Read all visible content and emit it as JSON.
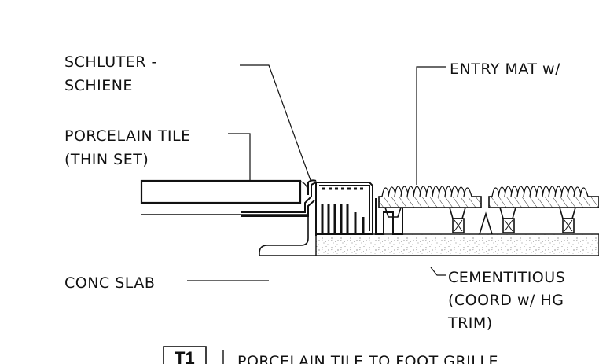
{
  "labels": {
    "schluter_line1": "SCHLUTER -",
    "schluter_line2": "SCHIENE",
    "entry_mat": "ENTRY MAT w/",
    "porcelain_line1": "PORCELAIN TILE",
    "porcelain_line2": "(THIN SET)",
    "conc_slab": "CONC SLAB",
    "cementitious_line1": "CEMENTITIOUS",
    "cementitious_line2": "(COORD w/ HG",
    "cementitious_line3": "TRIM)"
  },
  "detail_tag": {
    "id": "T1",
    "title": "PORCELAIN TILE TO FOOT GRILLE"
  },
  "colors": {
    "line": "#111111",
    "fill_hatch": "#cfcfcf",
    "background": "#ffffff"
  }
}
